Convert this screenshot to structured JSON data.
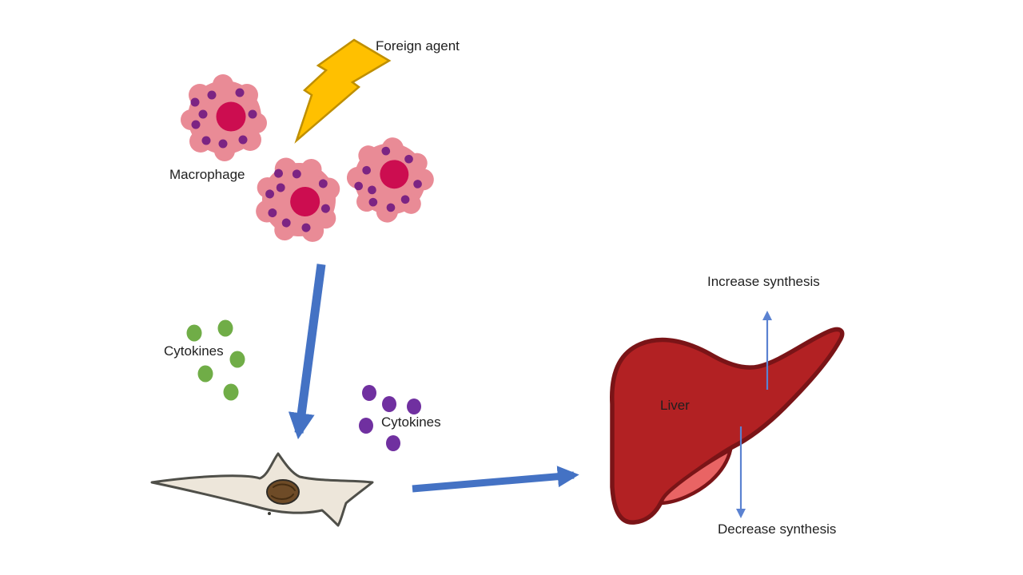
{
  "labels": {
    "foreign_agent": "Foreign agent",
    "macrophage": "Macrophage",
    "cytokines_left": "Cytokines",
    "cytokines_right": "Cytokines",
    "liver": "Liver",
    "increase_synthesis": "Increase synthesis",
    "decrease_synthesis": "Decrease synthesis"
  },
  "colors": {
    "background": "#FFFFFF",
    "text": "#1F1F1F",
    "macrophage_body": "#E98B96",
    "macrophage_nucleus": "#CC0D50",
    "macrophage_granule": "#7C2483",
    "lightning_fill": "#FFC000",
    "lightning_stroke": "#BF8F00",
    "cytokine_green": "#70AD47",
    "cytokine_purple": "#7030A0",
    "fibroblast_fill": "#EDE6DA",
    "fibroblast_stroke": "#4F4F49",
    "fibroblast_nucleus": "#6E4B27",
    "arrow_blue": "#4472C4",
    "arrow_thin_blue": "#5B82D1",
    "liver_fill": "#B22123",
    "liver_stroke": "#7A1417",
    "liver_lobe_fill": "#E96464"
  }
}
